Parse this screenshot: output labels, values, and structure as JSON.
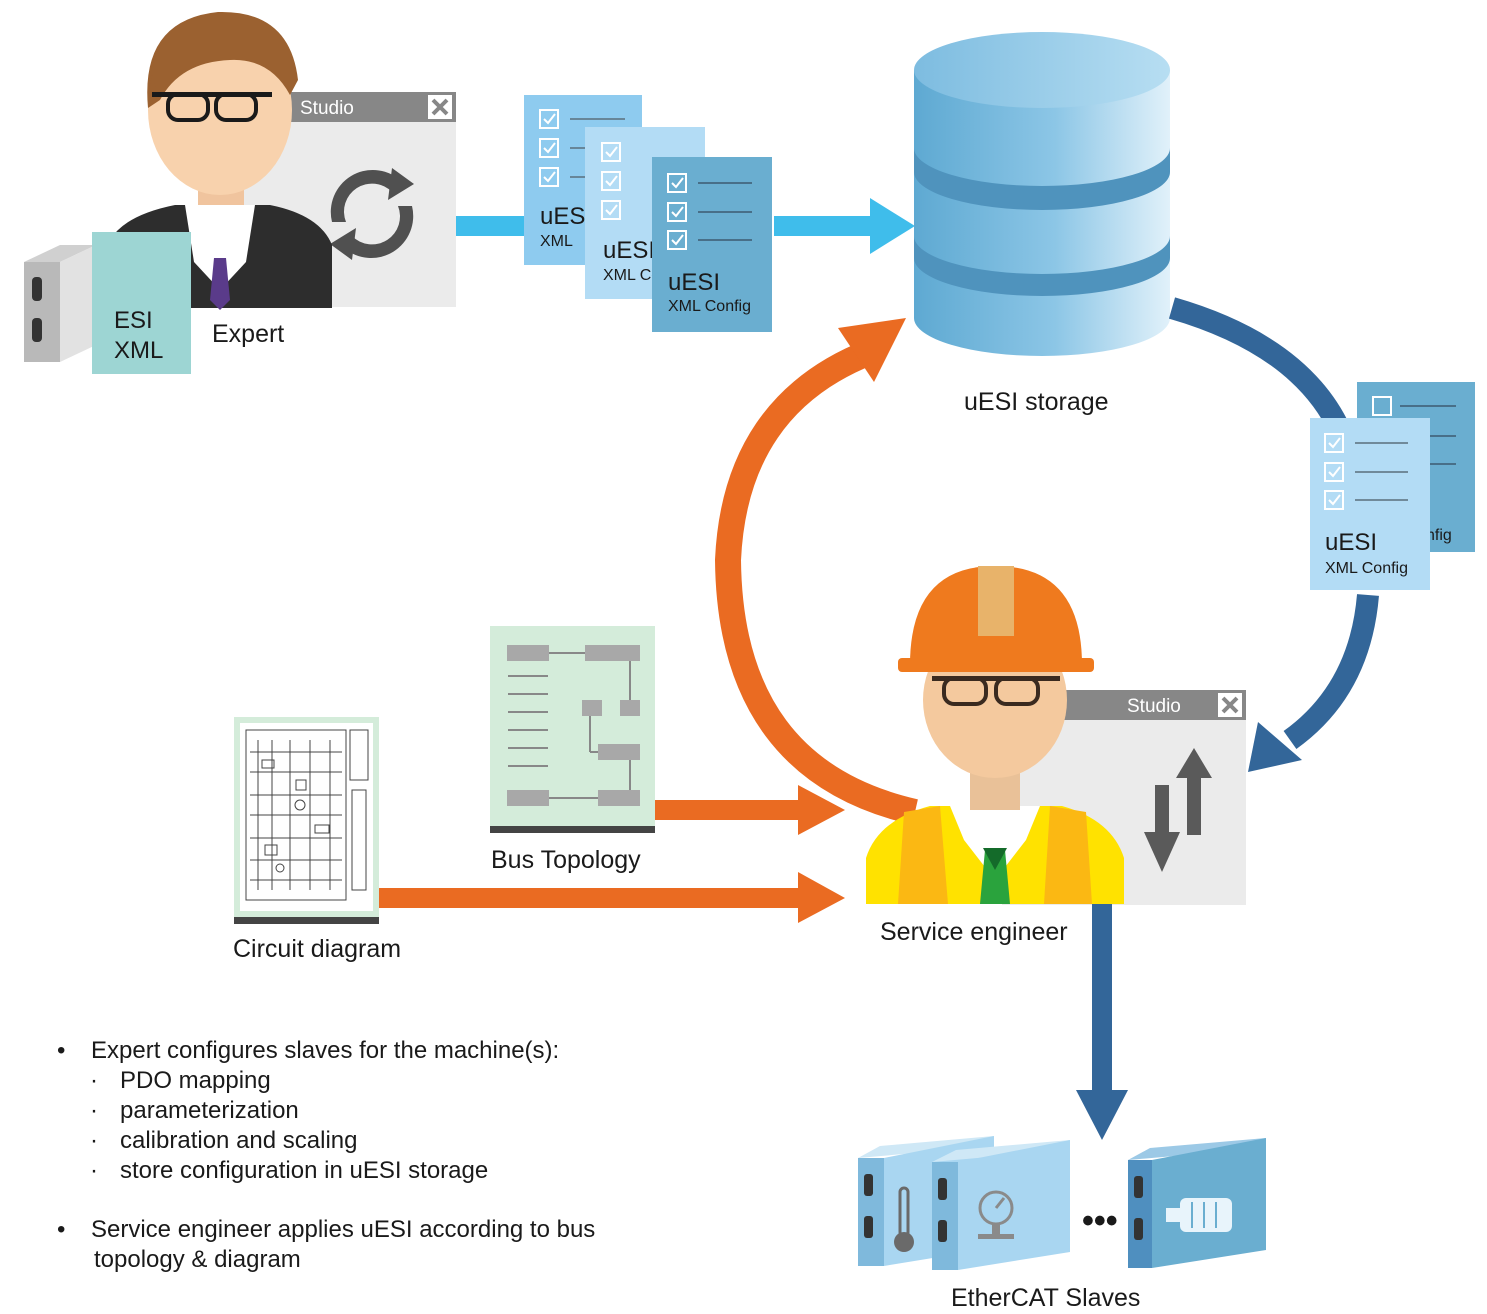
{
  "expert": {
    "window_title": "Studio",
    "doc_title": "ESI",
    "doc_sub": "XML",
    "label": "Expert"
  },
  "uesi_docs": [
    {
      "title": "uESI",
      "sub": "XML"
    },
    {
      "title": "uESI",
      "sub": "XML Config"
    },
    {
      "title": "uESI",
      "sub": "XML Config"
    }
  ],
  "storage": {
    "label": "uESI storage"
  },
  "right_docs": {
    "title": "uESI",
    "sub": "XML Config",
    "back_sub": "Config"
  },
  "service": {
    "window_title": "Studio",
    "label": "Service engineer"
  },
  "bus_topology": {
    "label": "Bus Topology"
  },
  "circuit": {
    "label": "Circuit diagram"
  },
  "slaves": {
    "label": "EtherCAT Slaves",
    "ellipsis": "•••"
  },
  "notes": {
    "bullet_symbol": "•",
    "sub_symbol": "·",
    "item1": "Expert configures slaves for the machine(s):",
    "sub_items": [
      "PDO mapping",
      "parameterization",
      "calibration and scaling",
      "store configuration in uESI storage"
    ],
    "item2_line1": "Service engineer applies uESI according to bus",
    "item2_line2": "topology & diagram"
  },
  "colors": {
    "orange": "#ea6b22",
    "light_blue_arrow": "#3fbdeb",
    "dark_blue_arrow": "#336699",
    "doc_blue": "#8ecbef",
    "doc_blue_dark": "#6aaed0",
    "esi_teal": "#9dd5d3",
    "window_gray": "#ebebeb"
  }
}
